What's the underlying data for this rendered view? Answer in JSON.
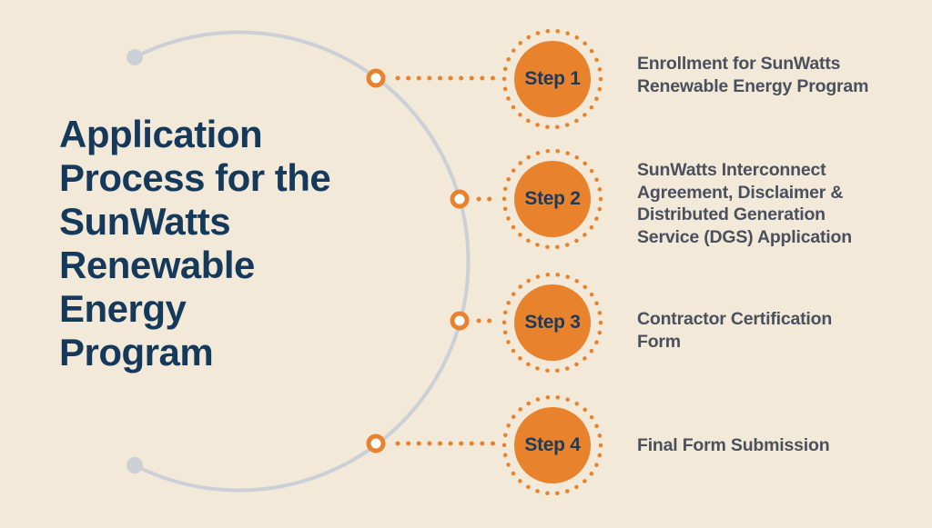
{
  "colors": {
    "background": "#F2E9D9",
    "accent_orange": "#E8822C",
    "title_navy": "#15395B",
    "body_slate": "#4A505E",
    "arc_gray": "#CBD0D7"
  },
  "title": {
    "text": "Application Process for the SunWatts Renewable Energy Program",
    "lines": [
      "Application",
      "Process for the",
      "SunWatts",
      "Renewable",
      "Energy",
      "Program"
    ]
  },
  "steps": [
    {
      "label": "Step 1",
      "description": "Enrollment for SunWatts Renewable Energy Program",
      "lines": [
        "Enrollment for SunWatts",
        "Renewable Energy Program"
      ]
    },
    {
      "label": "Step 2",
      "description": "SunWatts Interconnect Agreement, Disclaimer & Distributed Generation Service (DGS) Application",
      "lines": [
        "SunWatts Interconnect",
        "Agreement, Disclaimer &",
        "Distributed Generation",
        "Service (DGS) Application"
      ]
    },
    {
      "label": "Step 3",
      "description": "Contractor Certification Form",
      "lines": [
        "Contractor Certification",
        "Form"
      ]
    },
    {
      "label": "Step 4",
      "description": "Final Form Submission",
      "lines": [
        "Final Form Submission"
      ]
    }
  ]
}
